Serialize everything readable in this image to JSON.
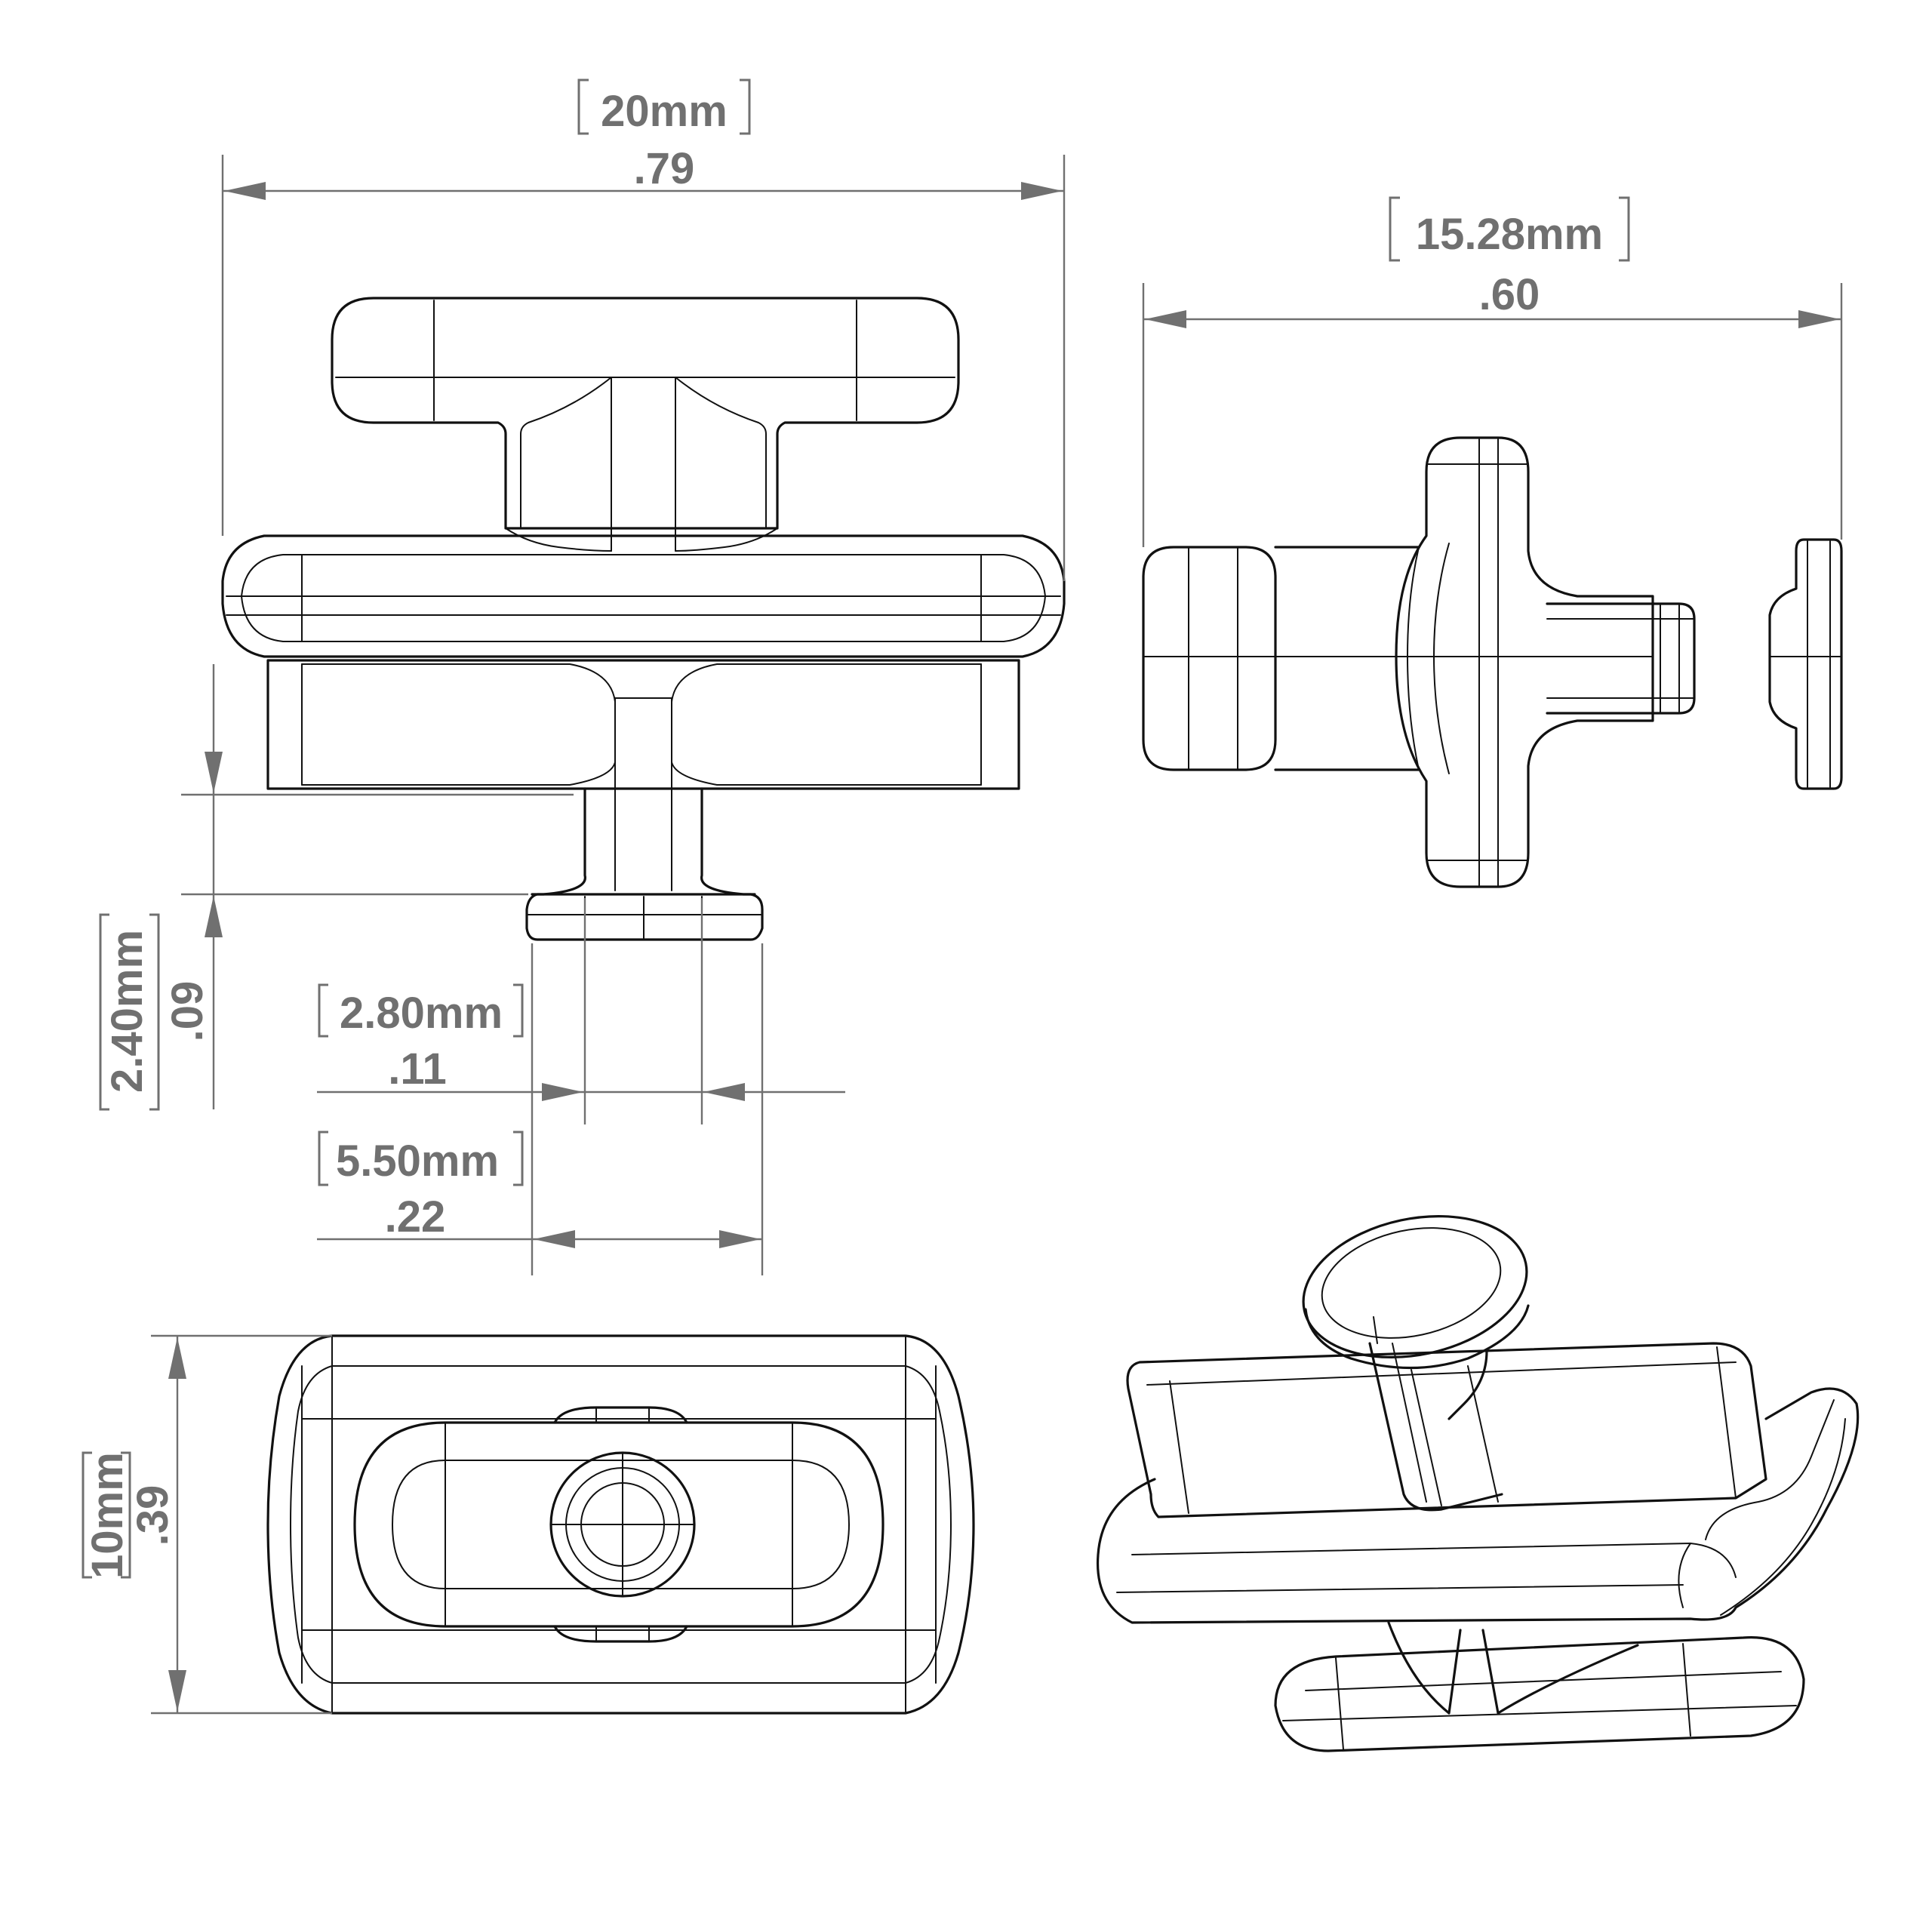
{
  "dimensions": {
    "width_20": {
      "metric": "20mm",
      "imperial": ".79"
    },
    "depth_15_28": {
      "metric": "15.28mm",
      "imperial": ".60"
    },
    "neck_2_40": {
      "metric": "2.40mm",
      "imperial": ".09"
    },
    "shaft_2_80": {
      "metric": "2.80mm",
      "imperial": ".11"
    },
    "head_5_50": {
      "metric": "5.50mm",
      "imperial": ".22"
    },
    "height_10": {
      "metric": "10mm",
      "imperial": ".39"
    }
  },
  "colors": {
    "line": "#111111",
    "dimension": "#707070",
    "background": "#ffffff"
  }
}
